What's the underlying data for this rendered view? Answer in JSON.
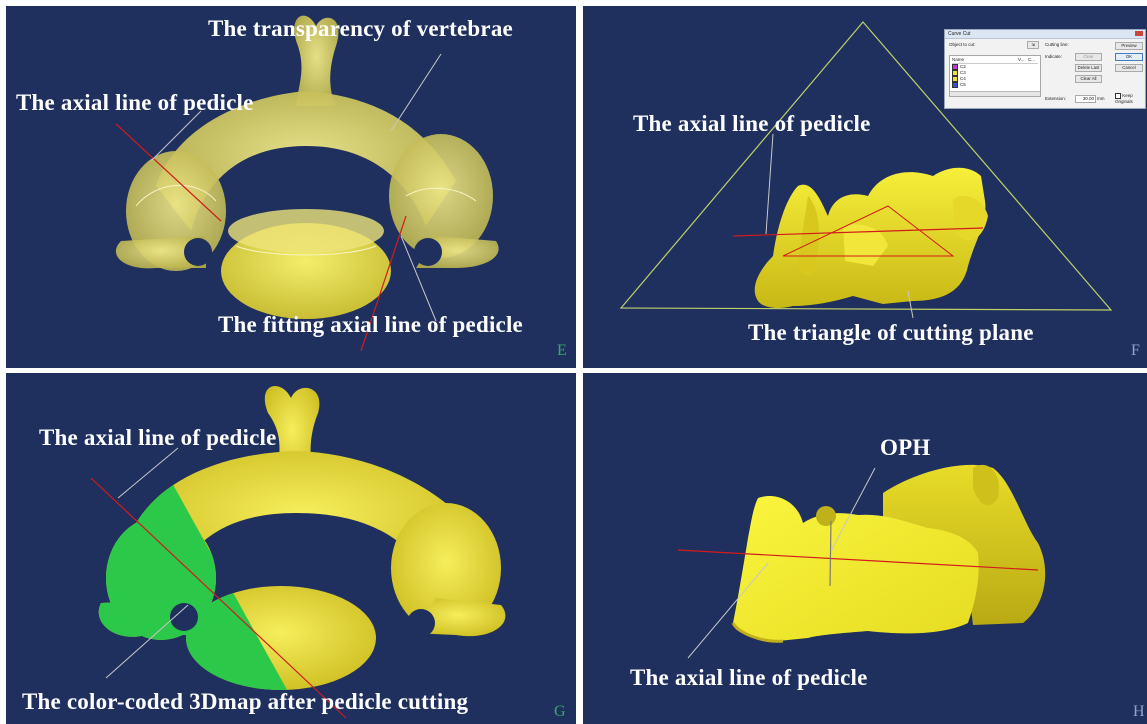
{
  "panels": {
    "E": {
      "letter": "E",
      "labels": {
        "transparency": "The transparency of vertebrae",
        "axial": "The axial line of pedicle",
        "fitting": "The fitting axial line of pedicle"
      }
    },
    "F": {
      "letter": "F",
      "labels": {
        "axial": "The axial line of pedicle",
        "triangle": "The triangle of cutting plane"
      },
      "dialog": {
        "title": "Curve Cut",
        "object_to_cut": "Object to cut:",
        "cutting_line": "Cutting line:",
        "indicate": "Indicate:",
        "extension": "Extension:",
        "extension_value": "30.00",
        "extension_unit": "mm",
        "keep_originals": "Keep Originals",
        "columns": {
          "name": "Name",
          "v": "V...",
          "c": "C..."
        },
        "items": [
          {
            "name": "C2",
            "color": "#c23bd0"
          },
          {
            "name": "C3",
            "color": "#e8e23a"
          },
          {
            "name": "C4",
            "color": "#e8e23a"
          },
          {
            "name": "C5",
            "color": "#3a4fd0"
          }
        ],
        "buttons": {
          "preview": "Preview",
          "ok": "OK",
          "cancel": "Cancel",
          "clear": "Clear",
          "delete_last": "Delete Last",
          "clear_all": "Clear All"
        }
      }
    },
    "G": {
      "letter": "G",
      "labels": {
        "axial": "The axial line of pedicle",
        "colorcoded": "The color-coded 3Dmap after pedicle cutting"
      }
    },
    "H": {
      "letter": "H",
      "labels": {
        "oph": "OPH",
        "axial": "The axial line of pedicle"
      }
    }
  },
  "colors": {
    "background": "#1f2f5e",
    "bone": "#e3d637",
    "bone_transparent": "#c9c25a",
    "cut_region": "#2bc84a",
    "axial_line": "#d21c1c",
    "triangle": "#bfd06a",
    "leader": "#c8c8c8"
  }
}
